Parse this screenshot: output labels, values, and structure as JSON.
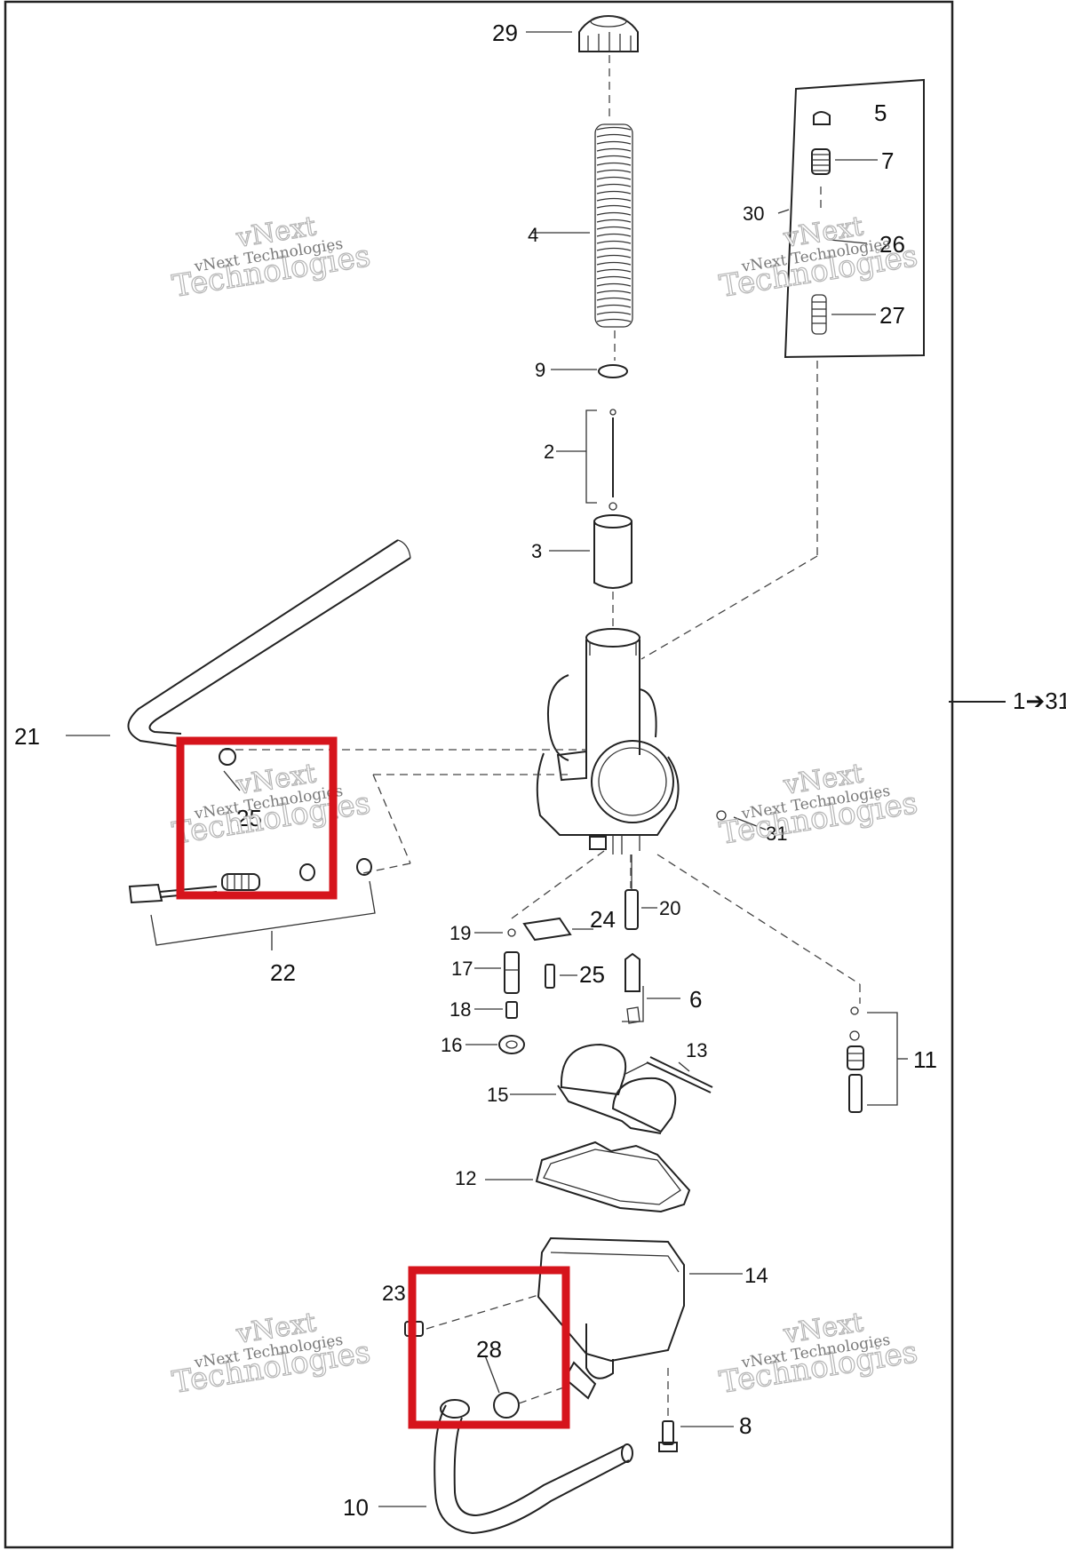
{
  "callouts": {
    "c1": "1",
    "c2": "2",
    "c3": "3",
    "c4": "4",
    "c5": "5",
    "c6": "6",
    "c7": "7",
    "c8": "8",
    "c9": "9",
    "c10": "10",
    "c11": "11",
    "c12": "12",
    "c13": "13",
    "c14": "14",
    "c15": "15",
    "c16": "16",
    "c17": "17",
    "c18": "18",
    "c19": "19",
    "c20": "20",
    "c21": "21",
    "c22": "22",
    "c23": "23",
    "c24": "24",
    "c25": "25",
    "c26": "26",
    "c27": "27",
    "c28": "28",
    "c29": "29",
    "c30": "30",
    "c31": "31",
    "assembly_range": "1➔31"
  },
  "watermark": {
    "line1": "vNext",
    "line2": "vNext Technologies",
    "line3": "Technologies"
  },
  "colors": {
    "highlight": "#d6141c",
    "line": "#222222",
    "watermark": "#9a9a9a"
  }
}
